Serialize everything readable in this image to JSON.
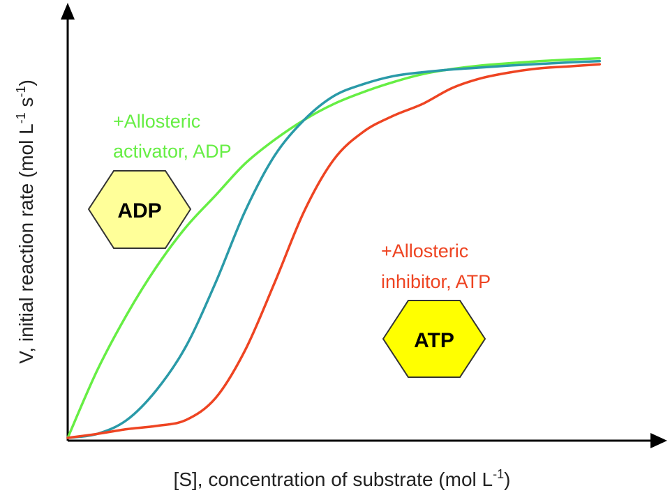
{
  "chart_data": {
    "type": "line",
    "title": "",
    "xlabel": "[S], concentration of substrate (mol L",
    "xlabel_sup": "-1",
    "xlabel_end": ")",
    "ylabel_a": "V, initial reaction rate (mol L",
    "ylabel_sup1": "-1",
    "ylabel_b": " s",
    "ylabel_sup2": "-1",
    "ylabel_c": ")",
    "xlim": [
      0,
      10
    ],
    "ylim": [
      0,
      10
    ],
    "grid": false,
    "series": [
      {
        "color": "#66ee44",
        "x": [
          0,
          0.5,
          1.0,
          1.5,
          2.0,
          2.5,
          3.0,
          3.5,
          4.0,
          4.5,
          5.0,
          5.5,
          6.0,
          6.5,
          7.0,
          7.5,
          8.0,
          8.5,
          9.0
        ],
        "y": [
          0,
          1.7,
          3.1,
          4.3,
          5.3,
          6.1,
          6.9,
          7.5,
          8.0,
          8.4,
          8.7,
          8.95,
          9.15,
          9.28,
          9.37,
          9.43,
          9.48,
          9.52,
          9.55
        ]
      },
      {
        "color": "#2a9aa8",
        "x": [
          0,
          0.5,
          1.0,
          1.5,
          2.0,
          2.5,
          3.0,
          3.5,
          4.0,
          4.5,
          5.0,
          5.5,
          6.0,
          6.5,
          7.0,
          7.5,
          8.0,
          8.5,
          9.0
        ],
        "y": [
          0,
          0.1,
          0.45,
          1.2,
          2.3,
          3.9,
          5.7,
          7.1,
          8.0,
          8.6,
          8.9,
          9.1,
          9.2,
          9.27,
          9.32,
          9.37,
          9.41,
          9.45,
          9.48
        ]
      },
      {
        "color": "#ee4422",
        "x": [
          0,
          0.5,
          1.0,
          1.5,
          2.0,
          2.5,
          3.0,
          3.5,
          4.0,
          4.5,
          5.0,
          5.5,
          6.0,
          6.5,
          7.0,
          7.5,
          8.0,
          8.5,
          9.0
        ],
        "y": [
          0,
          0.1,
          0.22,
          0.3,
          0.45,
          1.0,
          2.2,
          3.9,
          5.7,
          7.0,
          7.7,
          8.1,
          8.4,
          8.8,
          9.05,
          9.2,
          9.3,
          9.35,
          9.4
        ]
      }
    ],
    "annotations": [
      {
        "line1": "+Allosteric",
        "line2": "activator, ADP",
        "color": "#66ee44"
      },
      {
        "line1": "+Allosteric",
        "line2": "inhibitor, ATP",
        "color": "#ee4422"
      }
    ],
    "badges": [
      {
        "label": "ADP",
        "fill": "#ffff99"
      },
      {
        "label": "ATP",
        "fill": "#ffff00"
      }
    ]
  }
}
